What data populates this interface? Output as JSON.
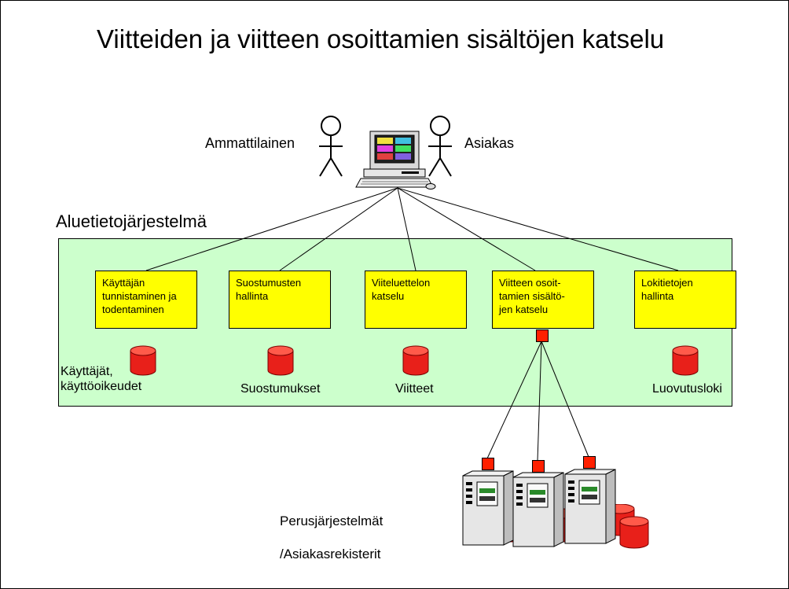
{
  "title": "Viitteiden ja viitteen osoittamien sisältöjen katselu",
  "actors": {
    "left": "Ammattilainen",
    "right": "Asiakas"
  },
  "system": {
    "label": "Aluetietojärjestelmä"
  },
  "modules": [
    {
      "lines": [
        "Käyttäjän",
        "tunnistaminen ja",
        "todentaminen"
      ]
    },
    {
      "lines": [
        "Suostumusten",
        "hallinta"
      ]
    },
    {
      "lines": [
        "Viiteluettelon",
        "katselu"
      ]
    },
    {
      "lines": [
        "Viitteen osoit-",
        "tamien sisältö-",
        "jen katselu"
      ]
    },
    {
      "lines": [
        "Lokitietojen",
        "hallinta"
      ]
    }
  ],
  "databases": [
    {
      "lines": [
        "Käyttäjät,",
        "käyttöoikeudet"
      ]
    },
    {
      "lines": [
        "Suostumukset"
      ]
    },
    {
      "lines": [
        "Viitteet"
      ]
    },
    {
      "lines": [
        "Luovutusloki"
      ]
    }
  ],
  "base_systems": {
    "line1": "Perusjärjestelmät",
    "line2": "/Asiakasrekisterit"
  },
  "colors": {
    "region": "#ccffcc",
    "module": "#ffff00",
    "database": "#e8201a",
    "connector": "#ff2000"
  }
}
